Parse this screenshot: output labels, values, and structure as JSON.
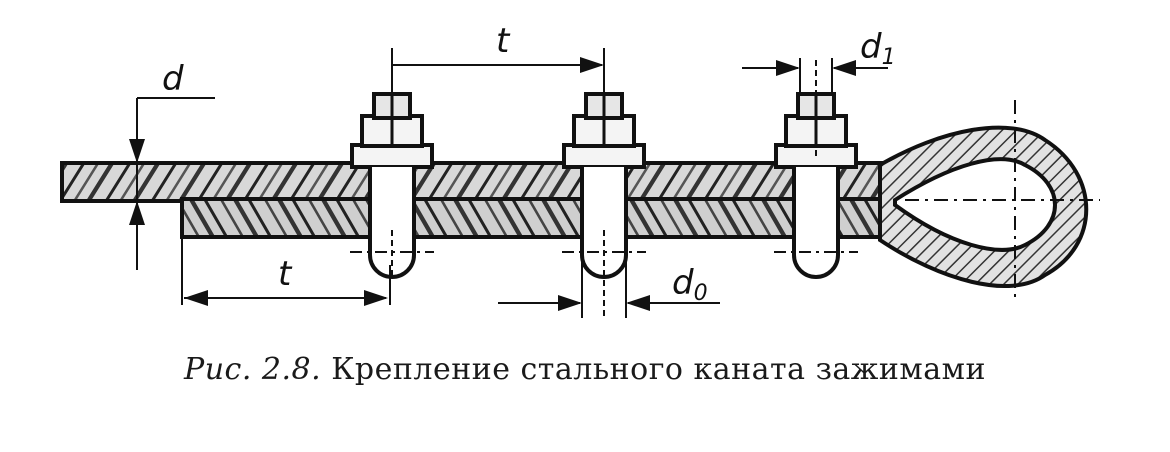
{
  "figure": {
    "labels": {
      "d": "d",
      "t_top": "t",
      "t_bottom": "t",
      "d0_main": "d",
      "d0_sub": "0",
      "d1_main": "d",
      "d1_sub": "1"
    },
    "caption": {
      "number": "Рис. 2.8.",
      "text": "Крепление стального каната зажимами"
    }
  }
}
